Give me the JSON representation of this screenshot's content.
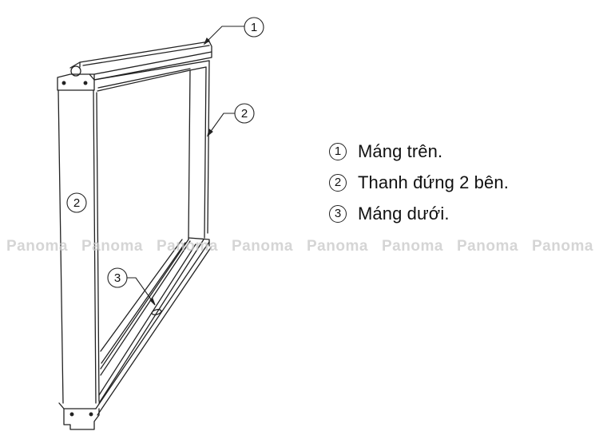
{
  "legend": {
    "items": [
      {
        "number": "1",
        "label": "Máng trên."
      },
      {
        "number": "2",
        "label": "Thanh đứng 2 bên."
      },
      {
        "number": "3",
        "label": "Máng dưới."
      }
    ]
  },
  "callouts": [
    {
      "number": "1",
      "part": "top-channel"
    },
    {
      "number": "2",
      "part": "right-vertical-bar"
    },
    {
      "number": "2",
      "part": "left-vertical-bar"
    },
    {
      "number": "3",
      "part": "bottom-channel"
    }
  ],
  "watermark": {
    "text": "Panoma",
    "repeat_count": 8,
    "color": "#c8c8c8"
  },
  "colors": {
    "line": "#222222",
    "background": "#ffffff"
  }
}
